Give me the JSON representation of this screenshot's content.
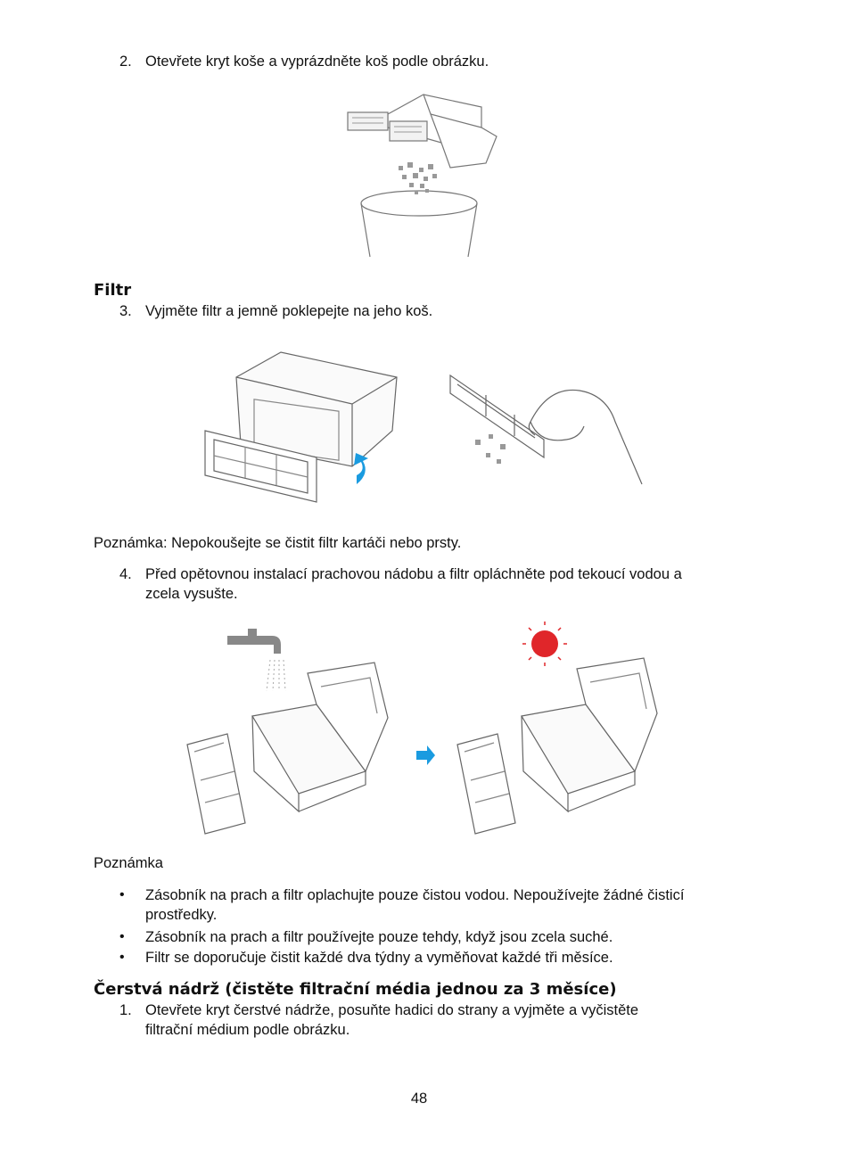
{
  "step2": {
    "number": "2.",
    "text": "Otevřete kryt koše a vyprázdněte koš podle obrázku."
  },
  "filter_heading": "Filtr",
  "step3": {
    "number": "3.",
    "text": "Vyjměte filtr a jemně poklepejte na jeho koš."
  },
  "note1": "Poznámka: Nepokoušejte se čistit filtr kartáči nebo prsty.",
  "step4": {
    "number": "4.",
    "line1": "Před opětovnou instalací prachovou nádobu a filtr opláchněte pod tekoucí vodou a",
    "line2": "zcela vysušte."
  },
  "note2_title": "Poznámka",
  "notes": [
    {
      "bullet": "•",
      "line1": "Zásobník na prach a filtr oplachujte pouze čistou vodou. Nepoužívejte žádné čisticí",
      "line2": "prostředky."
    },
    {
      "bullet": "•",
      "line1": "Zásobník na prach a filtr používejte pouze tehdy, když jsou zcela suché."
    },
    {
      "bullet": "•",
      "line1": "Filtr se doporučuje čistit každé dva týdny a vyměňovat každé tři měsíce."
    }
  ],
  "tank_heading": "Čerstvá nádrž (čistěte filtrační média jednou za 3 měsíce)",
  "step1": {
    "number": "1.",
    "line1": "Otevřete kryt čerstvé nádrže, posuňte hadici do strany a vyjměte a vyčistěte",
    "line2": "filtrační médium podle obrázku."
  },
  "page_number": "48",
  "colors": {
    "arrow_blue": "#1a9be0",
    "sun_red": "#e0262a",
    "line_gray": "#777777"
  },
  "illustrations": [
    "bin-emptying-illustration",
    "filter-tapping-illustration",
    "rinse-and-dry-illustration"
  ]
}
